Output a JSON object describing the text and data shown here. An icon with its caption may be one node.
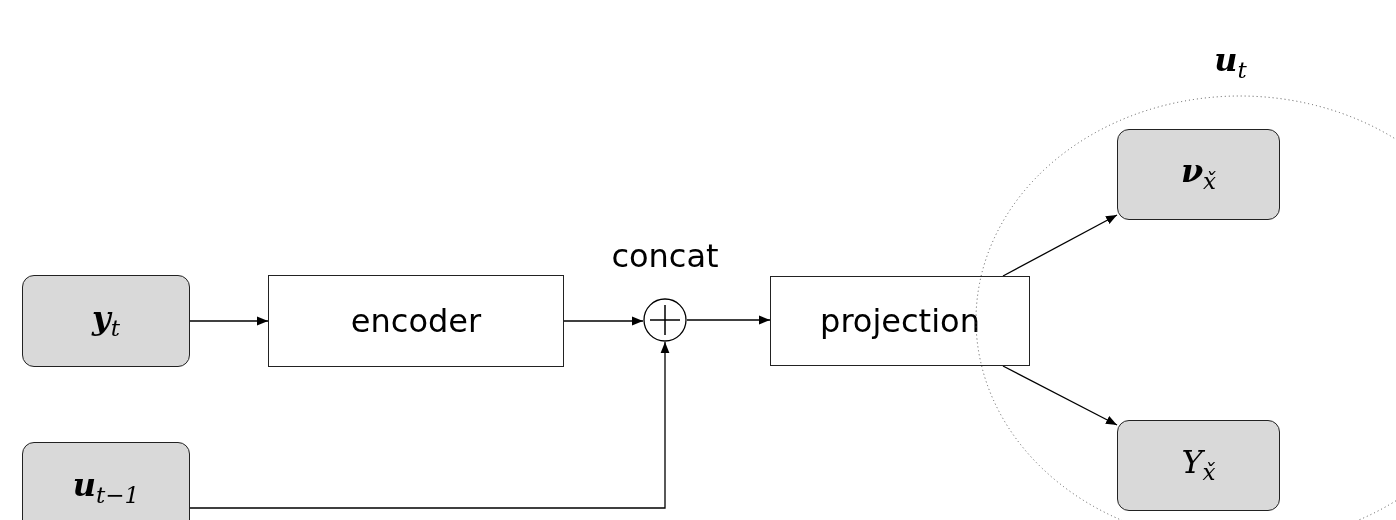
{
  "diagram": {
    "nodes": [
      {
        "text": [
          "**y**$_{t}$"
        ]
      },
      {
        "text": [
          "encoder"
        ]
      },
      {
        "text": [],
        "shape": "circle",
        "beside": [
          "concat"
        ]
      },
      {
        "text": [
          "projection"
        ]
      },
      {
        "text": [
          "**u**$_{t}$"
        ]
      },
      {
        "text": [
          "**ν**$_{x̌}$"
        ],
        "in": 4
      },
      {
        "text": [
          "Υ$_{x̌}$"
        ],
        "in": 4
      },
      {
        "text": [
          "**u**$_{t−1}$"
        ]
      }
    ],
    "edges": [
      {
        "from": 0,
        "to": 1,
        "arrow": "to"
      },
      {
        "from": 1,
        "to": 2,
        "arrow": "to"
      },
      {
        "from": 7,
        "to": 2,
        "arrow": "to"
      },
      {
        "from": 2,
        "to": 3,
        "arrow": "to"
      },
      {
        "from": 3,
        "to": 5,
        "arrow": "to"
      },
      {
        "from": 3,
        "to": 6,
        "arrow": "to"
      }
    ]
  }
}
